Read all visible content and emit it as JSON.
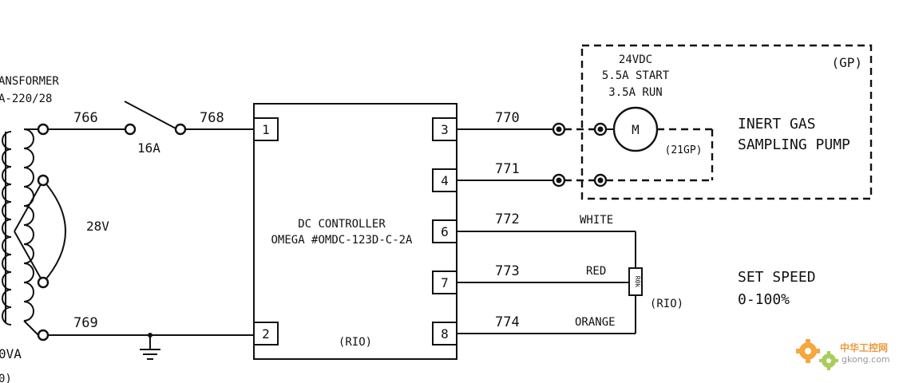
{
  "transformer": {
    "title_line1": "ANSFORMER",
    "title_line2": "A-220/28",
    "secondary": "28V",
    "rating": "0VA",
    "ref": "0)"
  },
  "breaker": {
    "rating": "16A"
  },
  "wires": {
    "w766": "766",
    "w768": "768",
    "w769": "769",
    "w770": "770",
    "w771": "771",
    "w772": "772",
    "w773": "773",
    "w774": "774"
  },
  "controller": {
    "line1": "DC CONTROLLER",
    "line2": "OMEGA #OMDC-123D-C-2A",
    "ref": "(RIO)",
    "terminals": [
      "1",
      "2",
      "3",
      "4",
      "6",
      "7",
      "8"
    ]
  },
  "pump": {
    "spec_line1": "24VDC",
    "spec_line2": "5.5A START",
    "spec_line3": "3.5A RUN",
    "motor": "M",
    "motor_ref": "(21GP)",
    "box_ref": "(GP)",
    "desc_line1": "INERT GAS",
    "desc_line2": "SAMPLING PUMP"
  },
  "pot": {
    "wire_white": "WHITE",
    "wire_red": "RED",
    "wire_orange": "ORANGE",
    "body": "R0k",
    "ref": "(RIO)",
    "desc_line1": "SET SPEED",
    "desc_line2": "0-100%"
  },
  "watermark": {
    "cn": "中华工控网",
    "url": "gkong.com"
  }
}
